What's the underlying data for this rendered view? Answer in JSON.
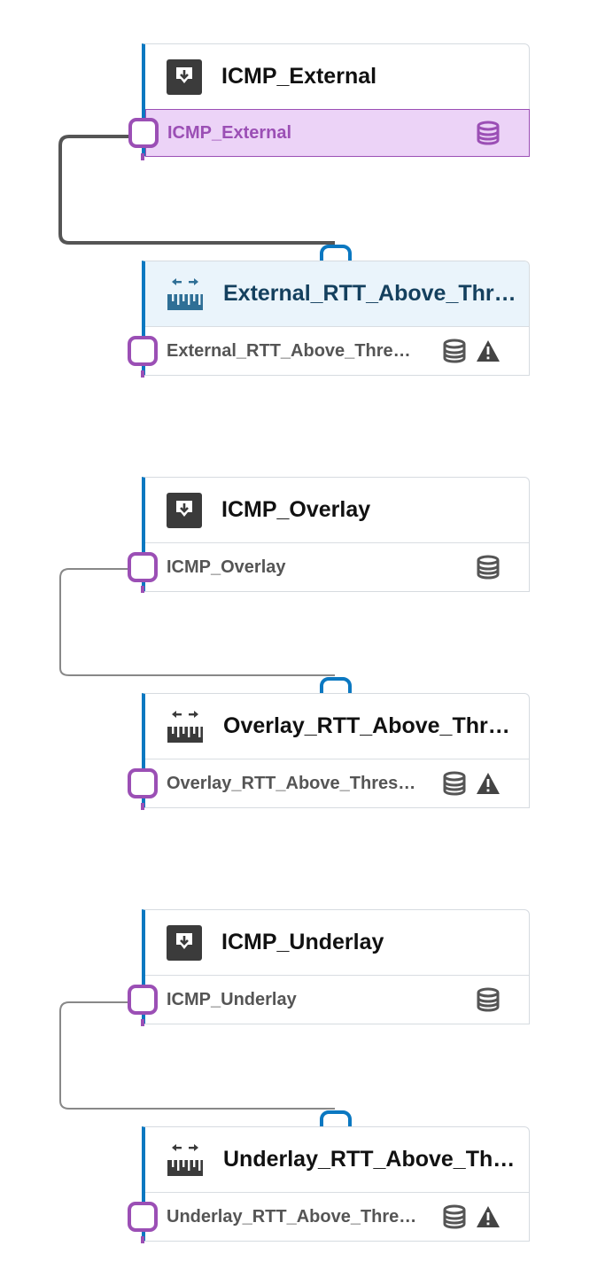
{
  "groups": [
    {
      "source": {
        "title": "ICMP_External",
        "output_label": "ICMP_External"
      },
      "target": {
        "title": "External_RTT_Above_Thr…",
        "output_label": "External_RTT_Above_Thre…"
      }
    },
    {
      "source": {
        "title": "ICMP_Overlay",
        "output_label": "ICMP_Overlay"
      },
      "target": {
        "title": "Overlay_RTT_Above_Thr…",
        "output_label": "Overlay_RTT_Above_Thres…"
      }
    },
    {
      "source": {
        "title": "ICMP_Underlay",
        "output_label": "ICMP_Underlay"
      },
      "target": {
        "title": "Underlay_RTT_Above_Th…",
        "output_label": "Underlay_RTT_Above_Thre…"
      }
    }
  ],
  "colors": {
    "node_accent": "#0b78c1",
    "output_port": "#9b4fb5",
    "highlight_fill": "#ecd3f7",
    "selected_header": "#eaf4fb",
    "wire": "#555555"
  },
  "icons": {
    "source_node": "download-box-icon",
    "target_node": "threshold-ruler-icon",
    "output": "database-icon",
    "warning": "warning-triangle-icon"
  }
}
